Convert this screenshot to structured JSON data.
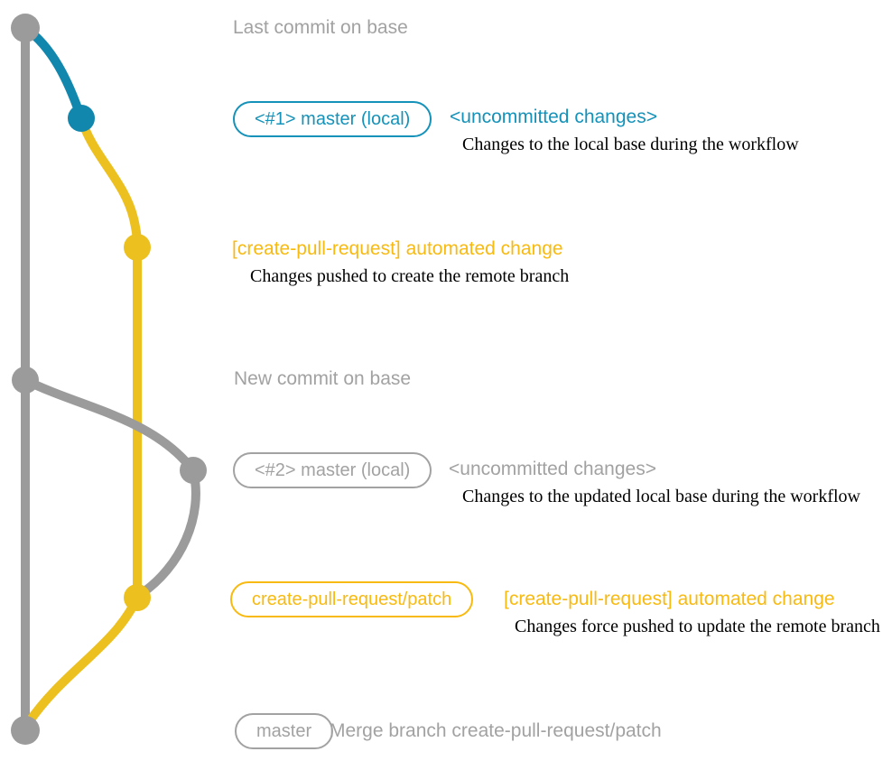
{
  "colors": {
    "gray": "#9b9b9b",
    "gray_text": "#a2a2a2",
    "blue": "#1187ae",
    "blue_text": "#1592b9",
    "yellow": "#ecc01e",
    "yellow_text": "#f8ba10",
    "note_text": "#000000"
  },
  "graph": {
    "commits": [
      {
        "id": "last-commit-on-base",
        "color": "gray"
      },
      {
        "id": "uncommitted-changes-1",
        "color": "blue"
      },
      {
        "id": "automated-change-1",
        "color": "yellow"
      },
      {
        "id": "new-commit-on-base",
        "color": "gray"
      },
      {
        "id": "uncommitted-changes-2",
        "color": "gray"
      },
      {
        "id": "automated-change-2",
        "color": "yellow"
      },
      {
        "id": "merge-commit",
        "color": "gray"
      }
    ]
  },
  "rows": {
    "r1": {
      "label": "Last commit on base"
    },
    "r2": {
      "pill": "<#1> master (local)",
      "heading": "<uncommitted changes>",
      "note": "Changes to the local base during the workflow"
    },
    "r3": {
      "heading": "[create-pull-request] automated change",
      "note": "Changes pushed to create the remote branch"
    },
    "r4": {
      "label": "New commit on base"
    },
    "r5": {
      "pill": "<#2> master (local)",
      "heading": "<uncommitted changes>",
      "note": "Changes to the updated local base during the workflow"
    },
    "r6": {
      "pill": "create-pull-request/patch",
      "heading": "[create-pull-request] automated change",
      "note": "Changes force pushed to update the remote branch"
    },
    "r7": {
      "pill": "master",
      "label": "Merge branch create-pull-request/patch"
    }
  }
}
